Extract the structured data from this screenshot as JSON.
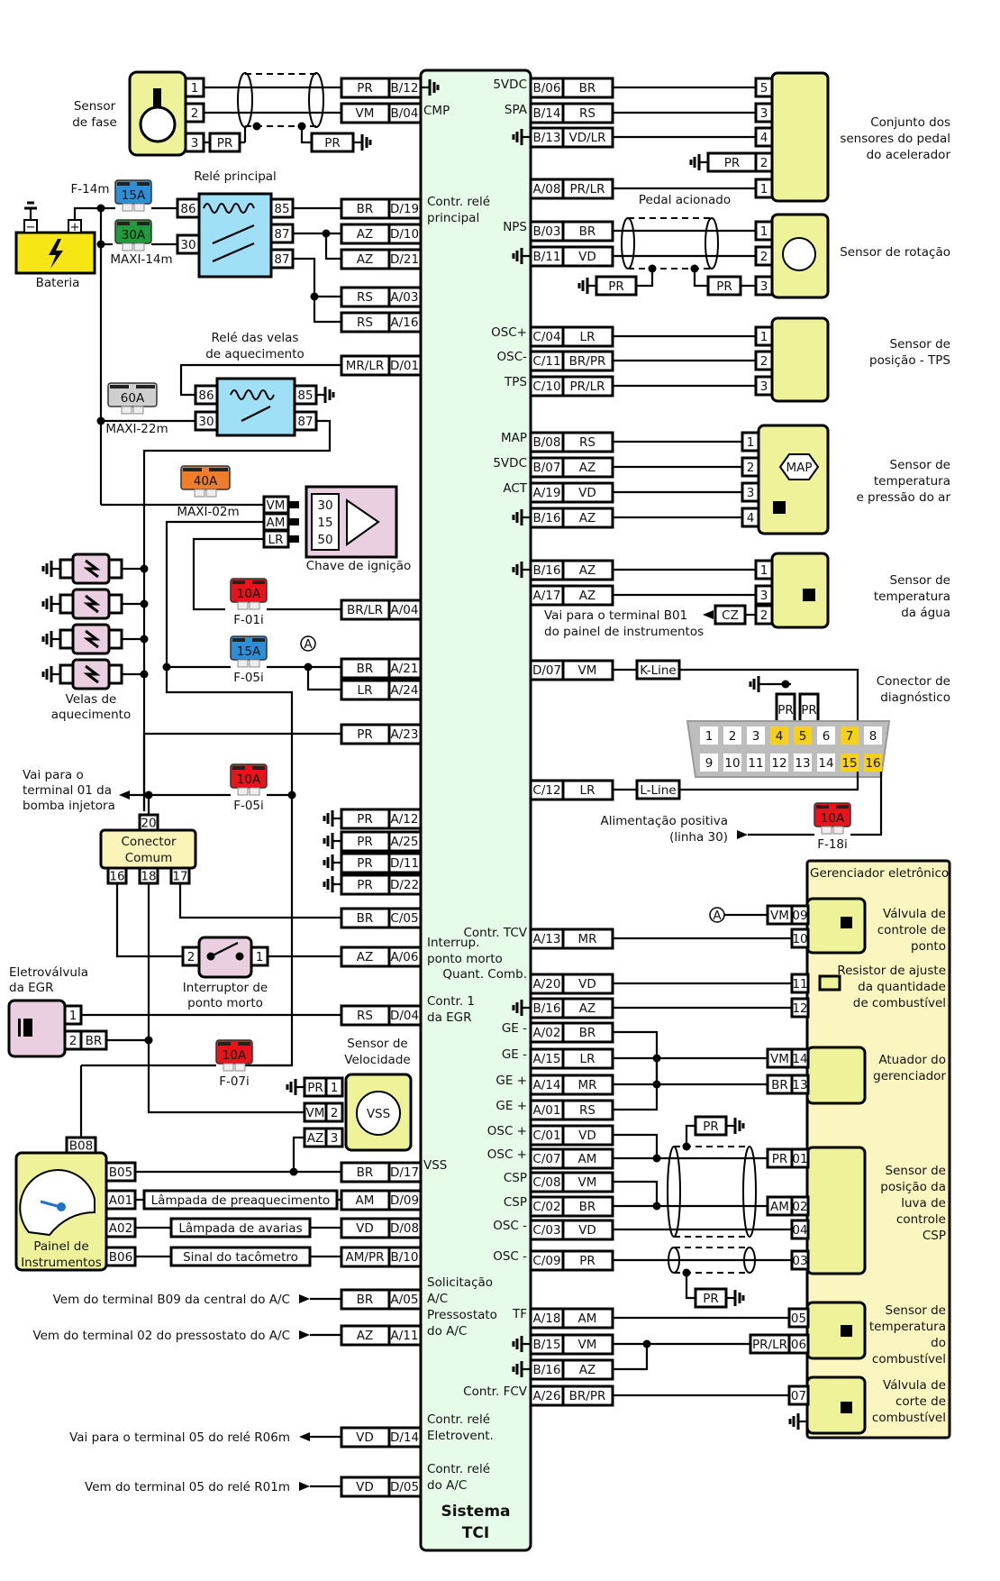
{
  "title": "Sistema TCI",
  "colors": {
    "ecu_fill": "#e7fbe9",
    "component_fill": "#eef39a",
    "relay_fill": "#9fe0f7",
    "pink_fill": "#e9cfdf",
    "fuse_blue": "#2e8fd6",
    "fuse_green": "#1f9a3c",
    "fuse_red": "#e8141c",
    "fuse_orange": "#f07d2a",
    "fuse_gray": "#cfcfcf",
    "battery_yellow": "#f5e614",
    "highlight_yellow": "#f7d117"
  },
  "ecu": {
    "title_line1": "Sistema",
    "title_line2": "TCI",
    "left_labels": [
      {
        "id": "cmp",
        "text": "CMP"
      },
      {
        "id": "contr_rele_1",
        "text": "Contr. relé"
      },
      {
        "id": "contr_rele_2",
        "text": "principal"
      },
      {
        "id": "vss",
        "text": "VSS"
      },
      {
        "id": "interrup1",
        "text": "Interrup."
      },
      {
        "id": "interrup2",
        "text": "ponto morto"
      },
      {
        "id": "egr1",
        "text": "Contr. 1"
      },
      {
        "id": "egr2",
        "text": "da EGR"
      },
      {
        "id": "sol1",
        "text": "Solicitação"
      },
      {
        "id": "sol2",
        "text": "A/C"
      },
      {
        "id": "press1",
        "text": "Pressostato"
      },
      {
        "id": "press2",
        "text": "do A/C"
      },
      {
        "id": "elet1",
        "text": "Contr. relé"
      },
      {
        "id": "elet2",
        "text": "Eletrovent."
      },
      {
        "id": "ac1",
        "text": "Contr. relé"
      },
      {
        "id": "ac2",
        "text": "do A/C"
      }
    ],
    "right_labels": [
      {
        "id": "5vdc",
        "text": "5VDC"
      },
      {
        "id": "spa",
        "text": "SPA"
      },
      {
        "id": "nps",
        "text": "NPS"
      },
      {
        "id": "oscp",
        "text": "OSC+"
      },
      {
        "id": "oscm",
        "text": "OSC-"
      },
      {
        "id": "tps",
        "text": "TPS"
      },
      {
        "id": "map",
        "text": "MAP"
      },
      {
        "id": "5vdc2",
        "text": "5VDC"
      },
      {
        "id": "act",
        "text": "ACT"
      },
      {
        "id": "tcv",
        "text": "Contr. TCV"
      },
      {
        "id": "qc",
        "text": "Quant. Comb."
      },
      {
        "id": "gem1",
        "text": "GE -"
      },
      {
        "id": "gem2",
        "text": "GE -"
      },
      {
        "id": "gep1",
        "text": "GE +"
      },
      {
        "id": "gep2",
        "text": "GE +"
      },
      {
        "id": "osc1",
        "text": "OSC +"
      },
      {
        "id": "osc2",
        "text": "OSC +"
      },
      {
        "id": "csp1",
        "text": "CSP"
      },
      {
        "id": "csp2",
        "text": "CSP"
      },
      {
        "id": "osc3",
        "text": "OSC -"
      },
      {
        "id": "osc4",
        "text": "OSC -"
      },
      {
        "id": "tf",
        "text": "TF"
      },
      {
        "id": "fcv",
        "text": "Contr. FCV"
      }
    ]
  },
  "left_pins": [
    {
      "wire": "PR",
      "pin": "B/12",
      "ground": true
    },
    {
      "wire": "VM",
      "pin": "B/04"
    },
    {
      "wire": "BR",
      "pin": "D/19"
    },
    {
      "wire": "AZ",
      "pin": "D/10"
    },
    {
      "wire": "AZ",
      "pin": "D/21"
    },
    {
      "wire": "RS",
      "pin": "A/03"
    },
    {
      "wire": "RS",
      "pin": "A/16"
    },
    {
      "wire": "MR/LR",
      "pin": "D/01"
    },
    {
      "wire": "BR/LR",
      "pin": "A/04"
    },
    {
      "wire": "BR",
      "pin": "A/21"
    },
    {
      "wire": "LR",
      "pin": "A/24"
    },
    {
      "wire": "PR",
      "pin": "A/23"
    },
    {
      "wire": "PR",
      "pin": "A/12",
      "ground": true
    },
    {
      "wire": "PR",
      "pin": "A/25",
      "ground": true
    },
    {
      "wire": "PR",
      "pin": "D/11",
      "ground": true
    },
    {
      "wire": "PR",
      "pin": "D/22",
      "ground": true
    },
    {
      "wire": "BR",
      "pin": "C/05"
    },
    {
      "wire": "AZ",
      "pin": "A/06"
    },
    {
      "wire": "RS",
      "pin": "D/04"
    },
    {
      "wire": "BR",
      "pin": "D/17"
    },
    {
      "wire": "AM",
      "pin": "D/09"
    },
    {
      "wire": "VD",
      "pin": "D/08"
    },
    {
      "wire": "AM/PR",
      "pin": "B/10"
    },
    {
      "wire": "BR",
      "pin": "A/05"
    },
    {
      "wire": "AZ",
      "pin": "A/11"
    },
    {
      "wire": "VD",
      "pin": "D/14"
    },
    {
      "wire": "VD",
      "pin": "D/05"
    }
  ],
  "right_pins": [
    {
      "pin": "B/06",
      "wire": "BR"
    },
    {
      "pin": "B/14",
      "wire": "RS"
    },
    {
      "pin": "B/13",
      "wire": "VD/LR",
      "ground": true
    },
    {
      "pin": "A/08",
      "wire": "PR/LR"
    },
    {
      "pin": "B/03",
      "wire": "BR"
    },
    {
      "pin": "B/11",
      "wire": "VD",
      "ground": true
    },
    {
      "pin": "C/04",
      "wire": "LR"
    },
    {
      "pin": "C/11",
      "wire": "BR/PR"
    },
    {
      "pin": "C/10",
      "wire": "PR/LR"
    },
    {
      "pin": "B/08",
      "wire": "RS"
    },
    {
      "pin": "B/07",
      "wire": "AZ"
    },
    {
      "pin": "A/19",
      "wire": "VD"
    },
    {
      "pin": "B/16",
      "wire": "AZ",
      "ground": true
    },
    {
      "pin": "B/16",
      "wire": "AZ",
      "ground": true
    },
    {
      "pin": "A/17",
      "wire": "AZ"
    },
    {
      "pin": "D/07",
      "wire": "VM"
    },
    {
      "pin": "C/12",
      "wire": "LR"
    },
    {
      "pin": "A/13",
      "wire": "MR"
    },
    {
      "pin": "A/20",
      "wire": "VD"
    },
    {
      "pin": "B/16",
      "wire": "AZ",
      "ground": true
    },
    {
      "pin": "A/02",
      "wire": "BR"
    },
    {
      "pin": "A/15",
      "wire": "LR"
    },
    {
      "pin": "A/14",
      "wire": "MR"
    },
    {
      "pin": "A/01",
      "wire": "RS"
    },
    {
      "pin": "C/01",
      "wire": "VD"
    },
    {
      "pin": "C/07",
      "wire": "AM"
    },
    {
      "pin": "C/08",
      "wire": "VM"
    },
    {
      "pin": "C/02",
      "wire": "BR"
    },
    {
      "pin": "C/03",
      "wire": "VD"
    },
    {
      "pin": "C/09",
      "wire": "PR"
    },
    {
      "pin": "A/18",
      "wire": "AM"
    },
    {
      "pin": "B/15",
      "wire": "VM",
      "ground": true
    },
    {
      "pin": "B/16",
      "wire": "AZ",
      "ground": true
    },
    {
      "pin": "A/26",
      "wire": "BR/PR"
    }
  ],
  "components": {
    "sensor_fase": {
      "line1": "Sensor",
      "line2": "de fase",
      "pins": [
        "1",
        "2",
        "3"
      ],
      "wire3": "PR",
      "shield_ground": "PR"
    },
    "bateria": {
      "label": "Bateria"
    },
    "fuse_f14m": {
      "name": "F-14m",
      "rating": "15A"
    },
    "fuse_maxi14m": {
      "name": "MAXI-14m",
      "rating": "30A"
    },
    "rele_principal": {
      "title": "Relé principal",
      "pins": [
        "86",
        "30",
        "85",
        "87",
        "87"
      ]
    },
    "rele_velas": {
      "title1": "Relé das velas",
      "title2": "de aquecimento",
      "pins": [
        "86",
        "30",
        "85",
        "87"
      ]
    },
    "fuse_maxi22m": {
      "name": "MAXI-22m",
      "rating": "60A"
    },
    "fuse_maxi02m": {
      "name": "MAXI-02m",
      "rating": "40A"
    },
    "chave_ignicao": {
      "label": "Chave de ignição",
      "wires": [
        "VM",
        "AM",
        "LR"
      ],
      "terminals": [
        "30",
        "15",
        "50"
      ]
    },
    "velas": {
      "line1": "Velas de",
      "line2": "aquecimento"
    },
    "fuse_f01i": {
      "name": "F-01i",
      "rating": "10A"
    },
    "fuse_f05i_a": {
      "name": "F-05i",
      "rating": "15A"
    },
    "fuse_f05i_b": {
      "name": "F-05i",
      "rating": "10A"
    },
    "fuse_f07i": {
      "name": "F-07i",
      "rating": "10A"
    },
    "fuse_f18i": {
      "name": "F-18i",
      "rating": "10A"
    },
    "junction_a": "A",
    "bomba": {
      "line1": "Vai para o",
      "line2": "terminal 01 da",
      "line3": "bomba injetora"
    },
    "conector_comum": {
      "line1": "Conector",
      "line2": "Comum",
      "pins": [
        "20",
        "16",
        "18",
        "17"
      ]
    },
    "interruptor": {
      "line1": "Interruptor de",
      "line2": "ponto morto",
      "pins": [
        "2",
        "1"
      ]
    },
    "egr": {
      "line1": "Eletroválvula",
      "line2": "da EGR",
      "pins": [
        "1",
        "2"
      ],
      "wire2": "BR"
    },
    "vss": {
      "line1": "Sensor de",
      "line2": "Velocidade",
      "symbol": "VSS",
      "wires": [
        "PR",
        "VM",
        "AZ"
      ],
      "pins": [
        "1",
        "2",
        "3"
      ]
    },
    "painel": {
      "line1": "Painel de",
      "line2": "Instrumentos",
      "pins": [
        "B08",
        "B05",
        "A01",
        "A02",
        "B06"
      ]
    },
    "painel_signals": [
      "Lâmpada de preaquecimento",
      "Lâmpada de avarias",
      "Sinal do tacômetro"
    ],
    "ext_left": [
      "Vem do terminal B09 da central do A/C",
      "Vem do terminal 02 do pressostato do A/C",
      "Vai para o terminal 05 do relé R06m",
      "Vem do terminal 05 do relé R01m"
    ],
    "pedal": {
      "line1": "Conjunto dos",
      "line2": "sensores do pedal",
      "line3": "do acelerador",
      "pins": [
        "5",
        "3",
        "4",
        "2",
        "1"
      ],
      "ground_wire": "PR"
    },
    "pedal_acionado": "Pedal acionado",
    "rotacao": {
      "label": "Sensor de rotação",
      "pins": [
        "1",
        "2",
        "3"
      ],
      "shield_wires": [
        "PR",
        "PR"
      ]
    },
    "tps": {
      "line1": "Sensor de",
      "line2": "posição - TPS",
      "pins": [
        "1",
        "2",
        "3"
      ]
    },
    "map": {
      "line1": "Sensor de",
      "line2": "temperatura",
      "line3": "e pressão do ar",
      "symbol": "MAP",
      "pins": [
        "1",
        "2",
        "3",
        "4"
      ]
    },
    "agua": {
      "line1": "Sensor de",
      "line2": "temperatura",
      "line3": "da água",
      "pins": [
        "1",
        "3",
        "2"
      ],
      "cz": "CZ",
      "note1": "Vai para o terminal B01",
      "note2": "do painel de instrumentos"
    },
    "diag": {
      "line1": "Conector de",
      "line2": "diagnóstico",
      "kline": "K-Line",
      "lline": "L-Line",
      "pr": "PR",
      "row1": [
        "1",
        "2",
        "3",
        "4",
        "5",
        "6",
        "7",
        "8"
      ],
      "row2": [
        "9",
        "10",
        "11",
        "12",
        "13",
        "14",
        "15",
        "16"
      ],
      "highlighted": [
        "4",
        "5",
        "7",
        "15",
        "16"
      ]
    },
    "alim": {
      "line1": "Alimentação positiva",
      "line2": "(linha 30)"
    },
    "gerenciador": {
      "title": "Gerenciador eletrônico",
      "tcv": {
        "line1": "Válvula de",
        "line2": "controle de",
        "line3": "ponto",
        "pins": [
          "09",
          "10"
        ],
        "wire09": "VM"
      },
      "resistor": {
        "line1": "Resistor de ajuste",
        "line2": "da quantidade",
        "line3": "de combustível",
        "pins": [
          "11",
          "12"
        ]
      },
      "atuador": {
        "line1": "Atuador do",
        "line2": "gerenciador",
        "pins": [
          "14",
          "13"
        ],
        "wires": [
          "VM",
          "BR"
        ]
      },
      "csp": {
        "line1": "Sensor de",
        "line2": "posição da",
        "line3": "luva de",
        "line4": "controle",
        "line5": "CSP",
        "pins": [
          "01",
          "02",
          "04",
          "03"
        ],
        "wires": [
          "PR",
          "AM"
        ]
      },
      "temp": {
        "line1": "Sensor de",
        "line2": "temperatura",
        "line3": "do",
        "line4": "combustível",
        "pins": [
          "05",
          "06"
        ],
        "wire06": "PR/LR"
      },
      "corte": {
        "line1": "Válvula de",
        "line2": "corte de",
        "line3": "combustível",
        "pins": [
          "07"
        ]
      },
      "shield_wire": "PR"
    }
  }
}
